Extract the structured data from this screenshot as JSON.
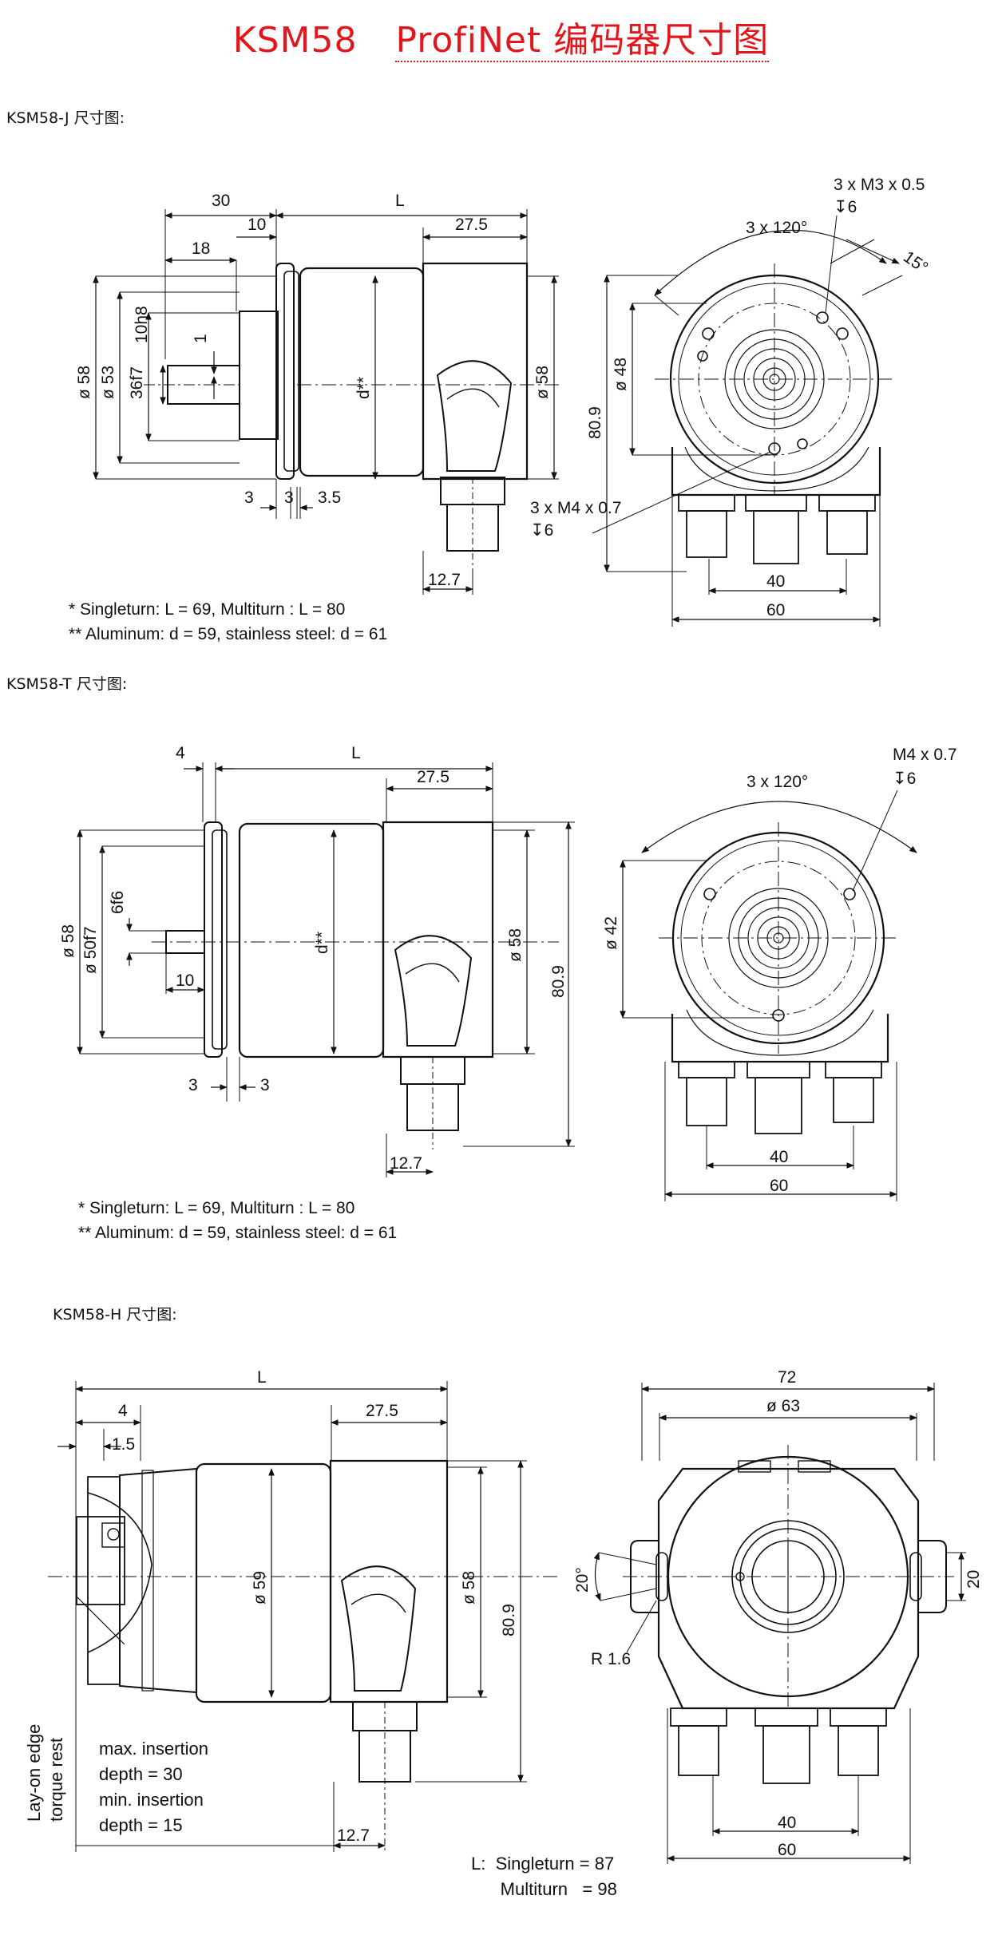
{
  "title": {
    "model": "KSM58",
    "rest": "ProfiNet 编码器尺寸图"
  },
  "sections": {
    "j": {
      "heading": "KSM58-J 尺寸图:",
      "notes": [
        "*  Singleturn: L = 69, Multiturn : L = 80",
        "** Aluminum: d = 59, stainless steel: d = 61"
      ],
      "dims": {
        "d30": "30",
        "L": "L",
        "d10": "10",
        "d27_5": "27.5",
        "d18": "18",
        "d10h8": "10h8",
        "d1": "1",
        "o58": "ø 58",
        "o53": "ø 53",
        "d36f7": "36f7",
        "dstar": "d**",
        "o58r": "ø 58",
        "d3a": "3",
        "d3b": "3",
        "d3_5": "3.5",
        "d12_7": "12.7",
        "m3": "3 x M3 x 0.5",
        "m3depth": "↧6",
        "ang120": "3 x 120°",
        "ang15": "15°",
        "o48": "ø 48",
        "h80_9": "80.9",
        "m4": "3 x M4 x 0.7",
        "m4depth": "↧6",
        "w40": "40",
        "w60": "60"
      }
    },
    "t": {
      "heading": "KSM58-T 尺寸图:",
      "notes": [
        "*  Singleturn: L = 69, Multiturn : L = 80",
        "** Aluminum: d = 59, stainless steel: d = 61"
      ],
      "dims": {
        "d4": "4",
        "L": "L",
        "d27_5": "27.5",
        "o58": "ø 58",
        "o50f7": "ø 50f7",
        "d6f6": "6f6",
        "d10": "10",
        "dstar": "d**",
        "o58r": "ø 58",
        "h80_9": "80.9",
        "d3a": "3",
        "d3b": "3",
        "d12_7": "12.7",
        "m4": "M4 x 0.7",
        "m4depth": "↧6",
        "ang120": "3 x 120°",
        "o42": "ø 42",
        "w40": "40",
        "w60": "60"
      }
    },
    "h": {
      "heading": "KSM58-H 尺寸图:",
      "insertion": [
        "max. insertion",
        "depth = 30",
        "min. insertion",
        "depth = 15"
      ],
      "torque": [
        "Lay-on edge",
        "torque rest"
      ],
      "lnote": [
        "L:  Singleturn = 87",
        "      Multiturn   = 98"
      ],
      "dims": {
        "L": "L",
        "d4": "4",
        "d1_5": "1.5",
        "d27_5": "27.5",
        "o59": "ø 59",
        "o58": "ø 58",
        "h80_9": "80.9",
        "d12_7": "12.7",
        "w72": "72",
        "o63": "ø 63",
        "ang20": "20°",
        "r1_6": "R 1.6",
        "d20": "20",
        "w40": "40",
        "w60": "60"
      }
    }
  }
}
